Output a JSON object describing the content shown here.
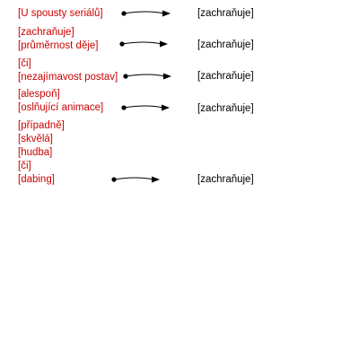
{
  "colors": {
    "source_text": "#cc0000",
    "target_text": "#000000",
    "arrow": "#000000",
    "background": "#ffffff"
  },
  "rows": [
    {
      "source": [
        "[U spousty seriálů]"
      ],
      "target": "[zachraňuje]"
    },
    {
      "source": [
        "[zachraňuje]",
        "[průměrnost děje]"
      ],
      "target": "[zachraňuje]"
    },
    {
      "source": [
        "[či]",
        "[nezajímavost postav]"
      ],
      "target": "[zachraňuje]"
    },
    {
      "source": [
        "[alespoň]",
        "[oslňující animace]"
      ],
      "target": "[zachraňuje]"
    },
    {
      "source": [
        "[případně]",
        "[skvělá]",
        "[hudba]",
        "[či]",
        "[dabing]"
      ],
      "target": "[zachraňuje]"
    }
  ]
}
